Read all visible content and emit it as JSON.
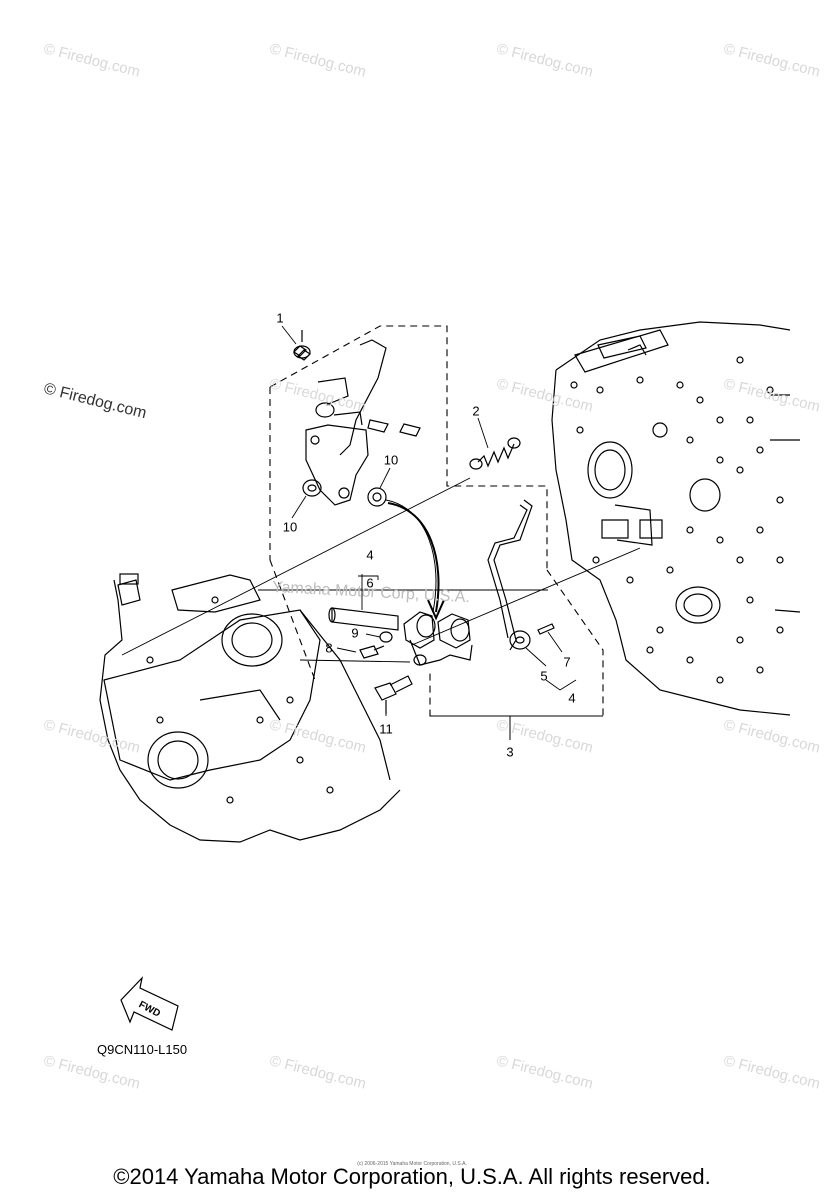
{
  "watermark": {
    "text": "© Firedog.com",
    "dark_text": "© Firedog.com",
    "center_text": "Yamaha Motor Corp, U.S.A."
  },
  "callouts": {
    "c1": "1",
    "c2": "2",
    "c3": "3",
    "c4a": "4",
    "c4b": "4",
    "c5": "5",
    "c6": "6",
    "c7": "7",
    "c8": "8",
    "c9": "9",
    "c10a": "10",
    "c10b": "10",
    "c11": "11"
  },
  "fwd_label": "FWD",
  "diagram_code": "Q9CN110-L150",
  "copyright": "©2014 Yamaha Motor Corporation, U.S.A. All rights reserved.",
  "tiny_copyright": "(c) 2006-2015 Yamaha Motor Corporation, U.S.A."
}
